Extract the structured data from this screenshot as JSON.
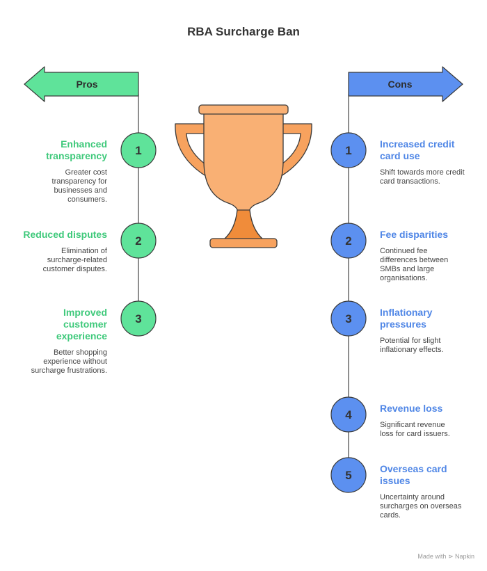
{
  "title": "RBA Surcharge Ban",
  "colors": {
    "pros_green": "#5fe39a",
    "pros_text": "#3fc97b",
    "cons_blue": "#5c90f0",
    "cons_text": "#4f86e6",
    "trophy_orange": "#f7a25e"
  },
  "pros": {
    "label": "Pros",
    "items": [
      {
        "num": "1",
        "head": "Enhanced transparency",
        "desc": "Greater cost transparency for businesses and consumers."
      },
      {
        "num": "2",
        "head": "Reduced disputes",
        "desc": "Elimination of surcharge-related customer disputes."
      },
      {
        "num": "3",
        "head": "Improved customer experience",
        "desc": "Better shopping experience without surcharge frustrations."
      }
    ]
  },
  "cons": {
    "label": "Cons",
    "items": [
      {
        "num": "1",
        "head": "Increased credit card use",
        "desc": "Shift towards more credit card transactions."
      },
      {
        "num": "2",
        "head": "Fee disparities",
        "desc": "Continued fee differences between SMBs and large organisations."
      },
      {
        "num": "3",
        "head": "Inflationary pressures",
        "desc": "Potential for slight inflationary effects."
      },
      {
        "num": "4",
        "head": "Revenue loss",
        "desc": "Significant revenue loss for card issuers."
      },
      {
        "num": "5",
        "head": "Overseas card issues",
        "desc": "Uncertainty around surcharges on overseas cards."
      }
    ]
  },
  "footer": "Made with ⋗ Napkin"
}
